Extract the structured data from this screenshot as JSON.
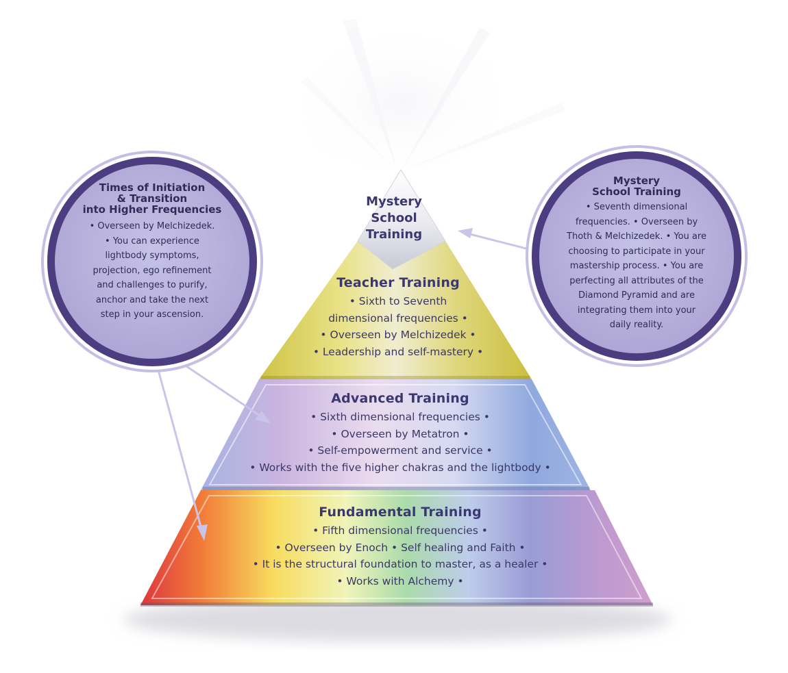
{
  "pyramid": {
    "apex": {
      "lines": [
        "Mystery",
        "School",
        "Training"
      ]
    },
    "teacher": {
      "title": "Teacher Training",
      "lines": [
        "• Sixth to Seventh",
        "dimensional frequencies •",
        "• Overseen by Melchizedek •",
        "• Leadership and self-mastery •"
      ]
    },
    "advanced": {
      "title": "Advanced Training",
      "lines": [
        "• Sixth dimensional frequencies •",
        "• Overseen by Metatron •",
        "• Self-empowerment and service •",
        "• Works with the five higher chakras and the lightbody •"
      ]
    },
    "fundamental": {
      "title": "Fundamental Training",
      "lines": [
        "• Fifth dimensional frequencies •",
        "• Overseen by Enoch • Self healing and Faith •",
        "• It is the structural foundation to master, as a healer •",
        "• Works with Alchemy •"
      ]
    }
  },
  "left_circle": {
    "title_lines": [
      "Times of Initiation",
      "& Transition",
      "into Higher Frequencies"
    ],
    "body_lines": [
      "• Overseen by Melchizedek.",
      "• You can experience",
      "lightbody symptoms,",
      "projection, ego refinement",
      "and challenges to purify,",
      "anchor and take the next",
      "step in your ascension."
    ]
  },
  "right_circle": {
    "title_lines": [
      "Mystery",
      "School Training"
    ],
    "body_lines": [
      "• Seventh dimensional",
      "frequencies. • Overseen by",
      "Thoth & Melchizedek. • You are",
      "choosing to participate in your",
      "mastership process.  • You are",
      "perfecting all attributes of the",
      "Diamond Pyramid and are",
      "integrating them into your",
      "daily reality."
    ]
  },
  "colors": {
    "circle_ring": "#4b3d80",
    "circle_fill": "#b9b3dc",
    "teacher_band": "#d8cf52",
    "advanced_band": "#a9b6df",
    "text": "#3b3770"
  }
}
